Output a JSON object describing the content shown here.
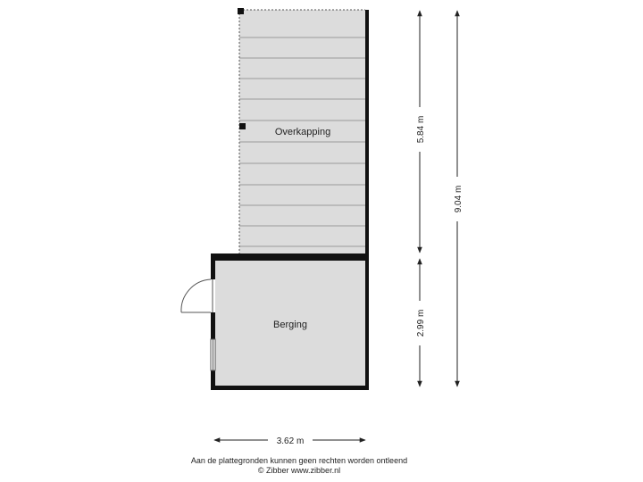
{
  "rooms": {
    "overkapping": {
      "label": "Overkapping"
    },
    "berging": {
      "label": "Berging"
    }
  },
  "dimensions": {
    "overkapping_depth": "5.84 m",
    "berging_depth": "2.99 m",
    "total_depth": "9.04 m",
    "width": "3.62 m"
  },
  "footer": {
    "disclaimer": "Aan de plattegronden kunnen geen rechten worden ontleend",
    "copyright": "© Zibber www.zibber.nl"
  },
  "colors": {
    "floor_fill": "#dcdcdc",
    "wall": "#111111",
    "plank_line": "#9a9a9a",
    "dimension_line": "#222222"
  }
}
